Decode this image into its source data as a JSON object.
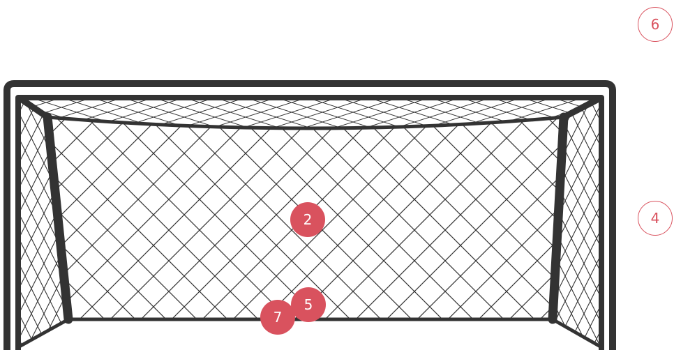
{
  "colors": {
    "accent": "#d9525e",
    "frame": "#333333",
    "net": "#333333"
  },
  "goal": {
    "name": "soccer-goal"
  },
  "markers": {
    "m2": {
      "label": "2",
      "style": "filled"
    },
    "m5": {
      "label": "5",
      "style": "filled"
    },
    "m7": {
      "label": "7",
      "style": "filled"
    },
    "m4": {
      "label": "4",
      "style": "outline"
    },
    "m6": {
      "label": "6",
      "style": "outline"
    }
  }
}
